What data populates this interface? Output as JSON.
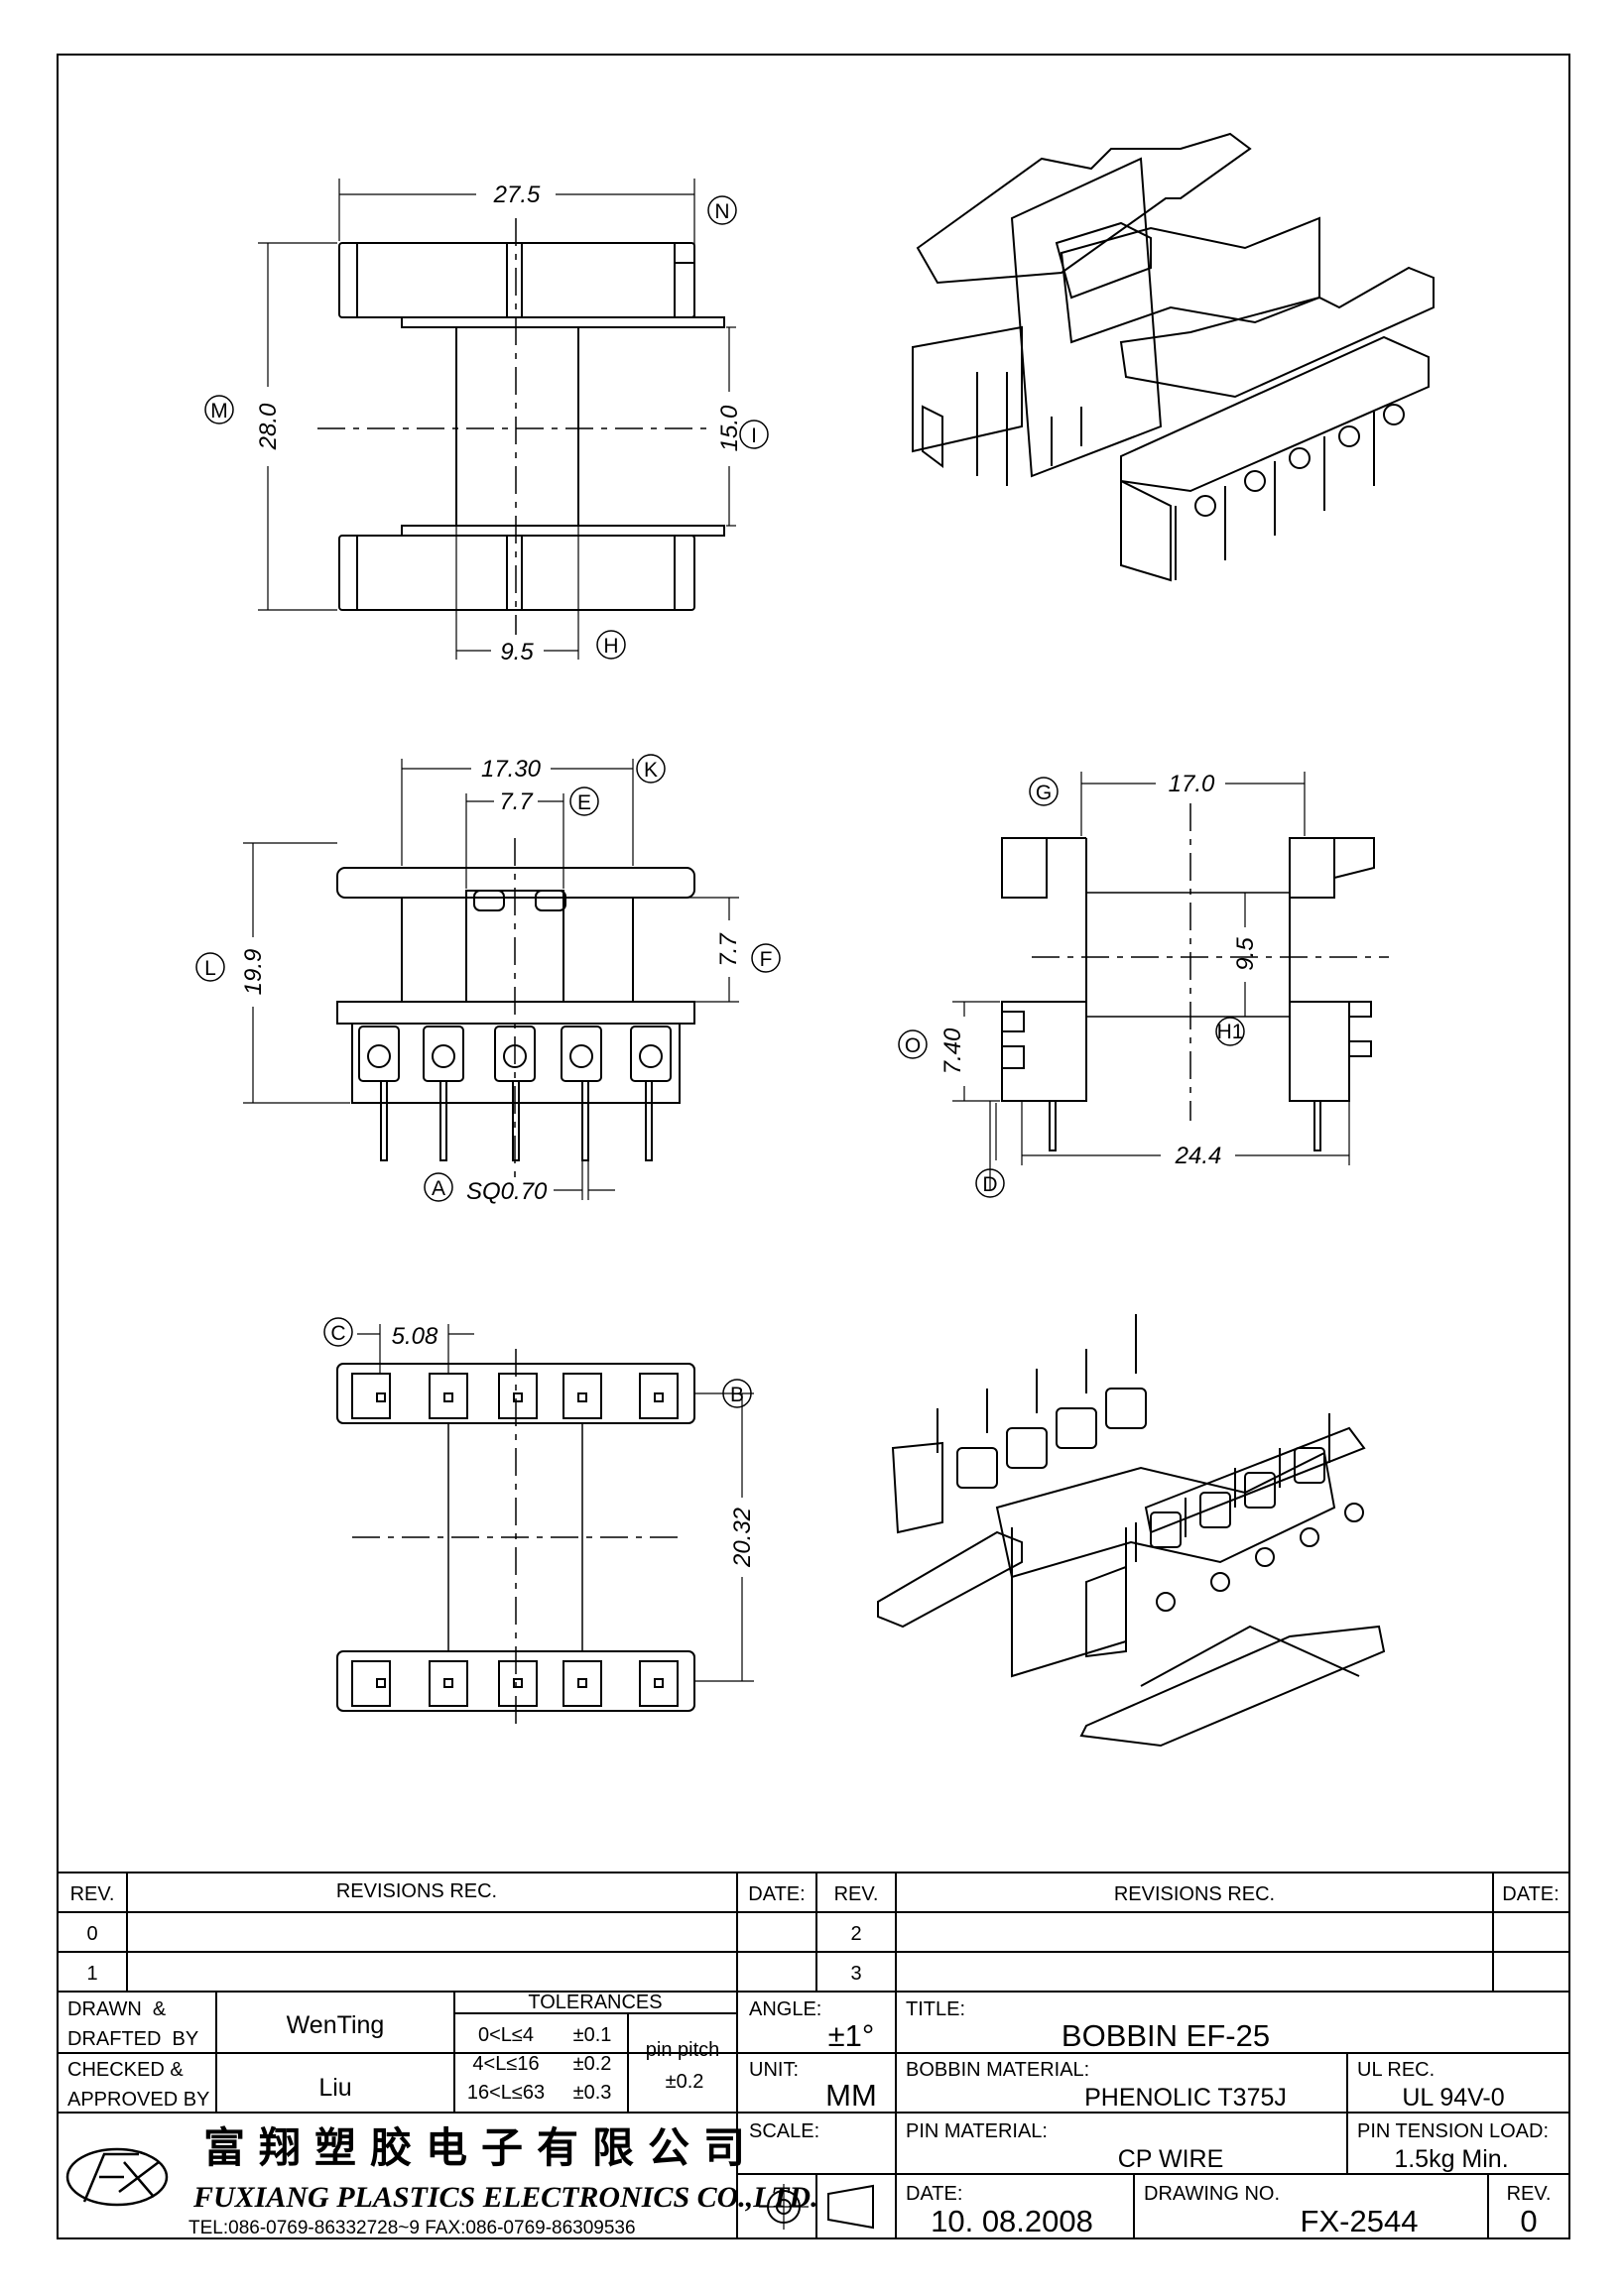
{
  "dimensions": {
    "d27_5": "27.5",
    "d28_0": "28.0",
    "d15_0": "15.0",
    "d9_5a": "9.5",
    "d17_30": "17.30",
    "d7_7a": "7.7",
    "d7_7b": "7.7",
    "d19_9": "19.9",
    "sq": "SQ0.70",
    "d17_0": "17.0",
    "d9_5b": "9.5",
    "d7_40": "7.40",
    "d24_4": "24.4",
    "d5_08": "5.08",
    "d20_32": "20.32"
  },
  "markers": {
    "N": "N",
    "M": "M",
    "I": "I",
    "H": "H",
    "K": "K",
    "E": "E",
    "L": "L",
    "F": "F",
    "A": "A",
    "G": "G",
    "O": "O",
    "H1": "H1",
    "D": "D",
    "C": "C",
    "B": "B"
  },
  "title_block": {
    "rev_header": "REV.",
    "revisions_header": "REVISIONS   REC.",
    "date_header": "DATE:",
    "rev_rows": [
      "0",
      "1",
      "2",
      "3"
    ],
    "drawn_label": "DRAWN  &\nDRAFTED  BY",
    "drawn_by": "WenTing",
    "checked_label": "CHECKED  &\nAPPROVED  BY",
    "checked_by": "Liu",
    "tolerances_header": "TOLERANCES",
    "tol_1": "0<L≤4",
    "tol_1v": "±0.1",
    "tol_2": "4<L≤16",
    "tol_2v": "±0.2",
    "tol_3": "16<L≤63",
    "tol_3v": "±0.3",
    "pin_pitch_label": "pin  pitch",
    "pin_pitch_tol": "±0.2",
    "angle_label": "ANGLE:",
    "angle_value": "±1°",
    "unit_label": "UNIT:",
    "unit_value": "MM",
    "scale_label": "SCALE:",
    "title_label": "TITLE:",
    "title_value": "BOBBIN  EF-25",
    "bobbin_material_label": "BOBBIN  MATERIAL:",
    "bobbin_material_value": "PHENOLIC  T375J",
    "ul_label": "UL  REC.",
    "ul_value": "UL  94V-0",
    "pin_material_label": "PIN  MATERIAL:",
    "pin_material_value": "CP  WIRE",
    "pin_tension_label": "PIN  TENSION  LOAD:",
    "pin_tension_value": "1.5kg  Min.",
    "date_label": "DATE:",
    "date_value": "10. 08.2008",
    "drawing_no_label": "DRAWING  NO.",
    "drawing_no_value": "FX-2544",
    "rev_label": "REV.",
    "rev_value": "0",
    "company_cn": "富翔塑胶电子有限公司",
    "company_en": "FUXIANG  PLASTICS  ELECTRONICS  CO.,LTD.",
    "company_tel": "TEL:086-0769-86332728~9   FAX:086-0769-86309536"
  }
}
